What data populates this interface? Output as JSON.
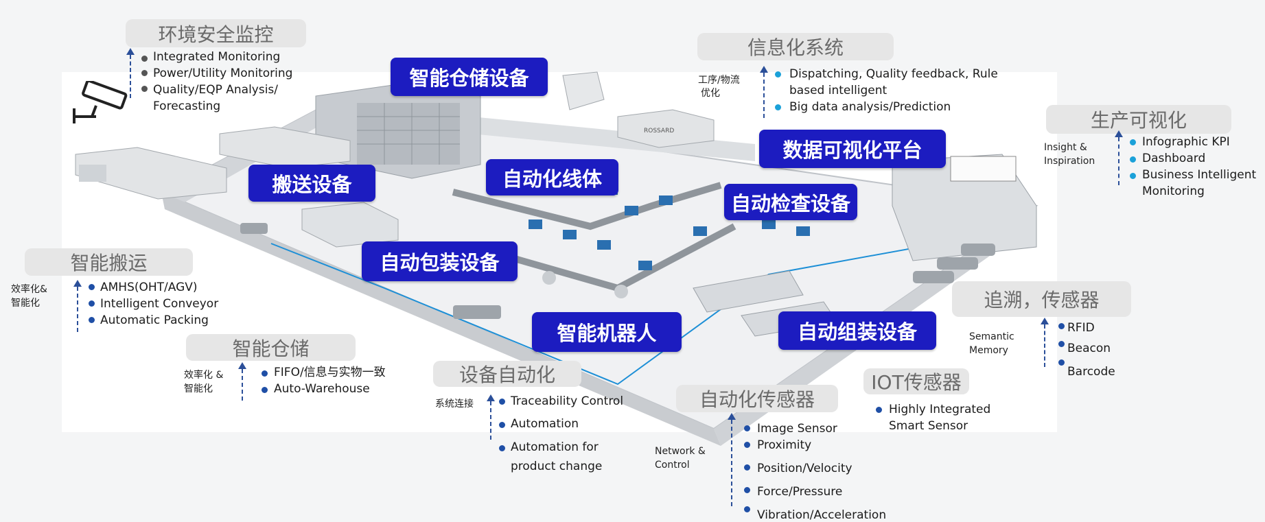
{
  "sections": {
    "env_monitoring": {
      "title": "环境安全监控",
      "items": [
        "Integrated Monitoring",
        "Power/Utility  Monitoring",
        "Quality/EQP Analysis/",
        "Forecasting"
      ]
    },
    "info_system": {
      "title": "信息化系统",
      "side_label": [
        "工序/物流",
        "优化"
      ],
      "items": [
        "Dispatching, Quality feedback, Rule",
        "based intelligent",
        "Big data analysis/Prediction"
      ]
    },
    "production_visual": {
      "title": "生产可视化",
      "side_label": [
        "Insight &",
        "Inspiration"
      ],
      "items": [
        "Infographic KPI",
        "Dashboard",
        "Business Intelligent",
        "Monitoring"
      ]
    },
    "smart_transport": {
      "title": "智能搬运",
      "side_label": [
        "效率化&",
        "智能化"
      ],
      "items": [
        "AMHS(OHT/AGV)",
        "Intelligent Conveyor",
        "Automatic Packing"
      ]
    },
    "smart_warehouse": {
      "title": "智能仓储",
      "side_label": [
        "效率化 &",
        "智能化"
      ],
      "items": [
        "FIFO/信息与实物一致",
        "Auto-Warehouse"
      ]
    },
    "equipment_automation": {
      "title": "设备自动化",
      "side_label": [
        "系统连接"
      ],
      "items": [
        "Traceability  Control",
        "Automation",
        "Automation for",
        "product change"
      ]
    },
    "auto_sensors": {
      "title": "自动化传感器",
      "side_label": [
        "Network &",
        "Control"
      ],
      "items": [
        "Image Sensor",
        "Proximity",
        "Position/Velocity",
        "Force/Pressure",
        "Vibration/Acceleration"
      ]
    },
    "iot_sensors": {
      "title": "IOT传感器",
      "items": [
        "Highly Integrated",
        "Smart Sensor"
      ]
    },
    "traceability": {
      "title": "追溯，传感器",
      "side_label": [
        "Semantic",
        "Memory"
      ],
      "items": [
        "RFID",
        "Beacon",
        "Barcode"
      ]
    }
  },
  "callouts": {
    "smart_storage_equipment": "智能仓储设备",
    "transport_equipment": "搬送设备",
    "automated_line": "自动化线体",
    "data_visualization_platform": "数据可视化平台",
    "auto_inspection_equipment": "自动检查设备",
    "auto_packaging_equipment": "自动包装设备",
    "smart_robot": "智能机器人",
    "auto_assembly_equipment": "自动组装设备"
  },
  "illustration": {
    "truck_brand": "ROSSARD"
  },
  "colors": {
    "callout_blue": "#1c1cc0",
    "header_gray": "#e6e6e6",
    "bullet_blue": "#1f4fa6",
    "bullet_cyan": "#1ba1d9",
    "bullet_gray": "#555555",
    "arrow_blue": "#2b4f99"
  }
}
